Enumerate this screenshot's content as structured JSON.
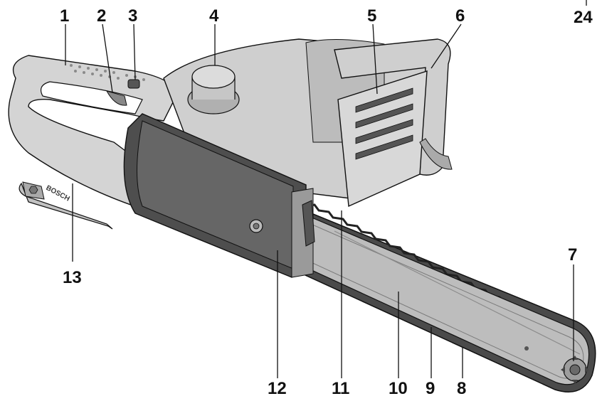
{
  "page_number": "24",
  "brand_mark": "BOSCH",
  "colors": {
    "body_light": "#dcdcdc",
    "body_mid": "#c4c4c4",
    "body_dark": "#9a9a9a",
    "metal": "#b8b8b8",
    "chain": "#3c3c3c",
    "line": "#111111"
  },
  "callouts": [
    {
      "id": "1",
      "label": "1"
    },
    {
      "id": "2",
      "label": "2"
    },
    {
      "id": "3",
      "label": "3"
    },
    {
      "id": "4",
      "label": "4"
    },
    {
      "id": "5",
      "label": "5"
    },
    {
      "id": "6",
      "label": "6"
    },
    {
      "id": "7",
      "label": "7"
    },
    {
      "id": "8",
      "label": "8"
    },
    {
      "id": "9",
      "label": "9"
    },
    {
      "id": "10",
      "label": "10"
    },
    {
      "id": "11",
      "label": "11"
    },
    {
      "id": "12",
      "label": "12"
    },
    {
      "id": "13",
      "label": "13"
    }
  ]
}
